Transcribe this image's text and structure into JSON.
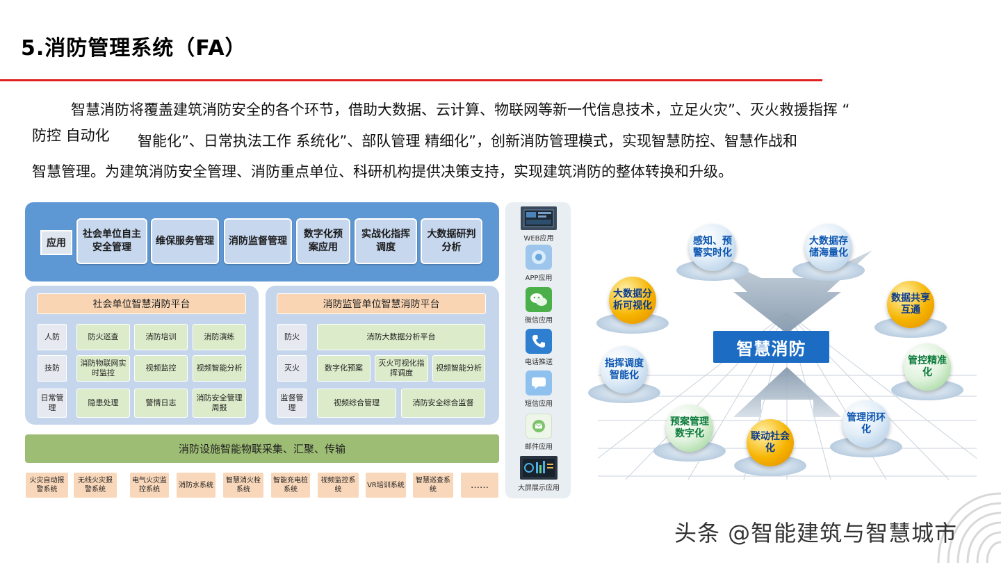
{
  "slide": {
    "title": "5.消防管理系统（FA）",
    "paragraph": {
      "line1": "智慧消防将覆盖建筑消防安全的各个环节，借助大数据、云计算、物联网等新一代信息技术，立足火灾”、灭火救援指挥 “",
      "line2_left": "防控 自动化",
      "line2_right": "智能化”、日常执法工作 系统化”、部队管理 精细化”，创新消防管理模式，实现智慧防控、智慧作战和",
      "line3": "智慧管理。为建筑消防安全管理、消防重点单位、科研机构提供决策支持，实现建筑消防的整体转换和升级。"
    }
  },
  "architecture": {
    "app_label": "应用",
    "apps": [
      "社会单位自主安全管理",
      "维保服务管理",
      "消防监督管理",
      "数字化预案应用",
      "实战化指挥调度",
      "大数据研判分析"
    ],
    "left_platform": {
      "title": "社会单位智慧消防平台",
      "rows": [
        {
          "label": "人防",
          "cells": [
            "防火巡查",
            "消防培训",
            "消防演练"
          ]
        },
        {
          "label": "技防",
          "cells": [
            "消防物联网实时监控",
            "视频监控",
            "视频智能分析"
          ]
        },
        {
          "label": "日常管理",
          "cells": [
            "隐患处理",
            "警情日志",
            "消防安全管理周报"
          ]
        }
      ]
    },
    "right_platform": {
      "title": "消防监管单位智慧消防平台",
      "rows": [
        {
          "label": "防火",
          "cells": [
            "消防大数据分析平台"
          ]
        },
        {
          "label": "灭火",
          "cells": [
            "数字化预案",
            "灭火可视化指挥调度",
            "视频智能分析"
          ]
        },
        {
          "label": "监督管理",
          "cells": [
            "视频综合管理",
            "消防安全综合监督"
          ]
        }
      ]
    },
    "iot_bar": "消防设施智能物联采集、汇聚、传输",
    "systems": [
      "火灾自动报警系统",
      "无线火灾报警系统",
      "电气火灾监控系统",
      "消防水系统",
      "智慧消火栓系统",
      "智能充电桩系统",
      "视频监控系统",
      "VR培训系统",
      "智慧巡查系统",
      "……"
    ]
  },
  "channels": [
    {
      "label": "WEB应用",
      "icon": "web-screen-icon",
      "color": "#3a4a5c"
    },
    {
      "label": "APP应用",
      "icon": "app-icon",
      "color": "#9ec6ec"
    },
    {
      "label": "微信应用",
      "icon": "wechat-icon",
      "color": "#4cb04a"
    },
    {
      "label": "电话推送",
      "icon": "phone-icon",
      "color": "#2f7fd0"
    },
    {
      "label": "短信应用",
      "icon": "sms-icon",
      "color": "#8fc1ee"
    },
    {
      "label": "邮件应用",
      "icon": "mail-icon",
      "color": "#7dc36b"
    },
    {
      "label": "大屏展示应用",
      "icon": "dashboard-screen-icon",
      "color": "#2a3440"
    }
  ],
  "concept": {
    "center": "智慧消防",
    "nodes": [
      {
        "text": "感知、预警实时化",
        "style": "blue"
      },
      {
        "text": "大数据存储海量化",
        "style": "blue"
      },
      {
        "text": "大数据分析可视化",
        "style": "orange"
      },
      {
        "text": "数据共享互通",
        "style": "orange"
      },
      {
        "text": "指挥调度智能化",
        "style": "blue"
      },
      {
        "text": "管控精准化",
        "style": "green"
      },
      {
        "text": "预案管理数字化",
        "style": "green"
      },
      {
        "text": "联动社会化",
        "style": "orange"
      },
      {
        "text": "管理闭环化",
        "style": "blue"
      }
    ]
  },
  "watermark": "头条 @智能建筑与智慧城市"
}
